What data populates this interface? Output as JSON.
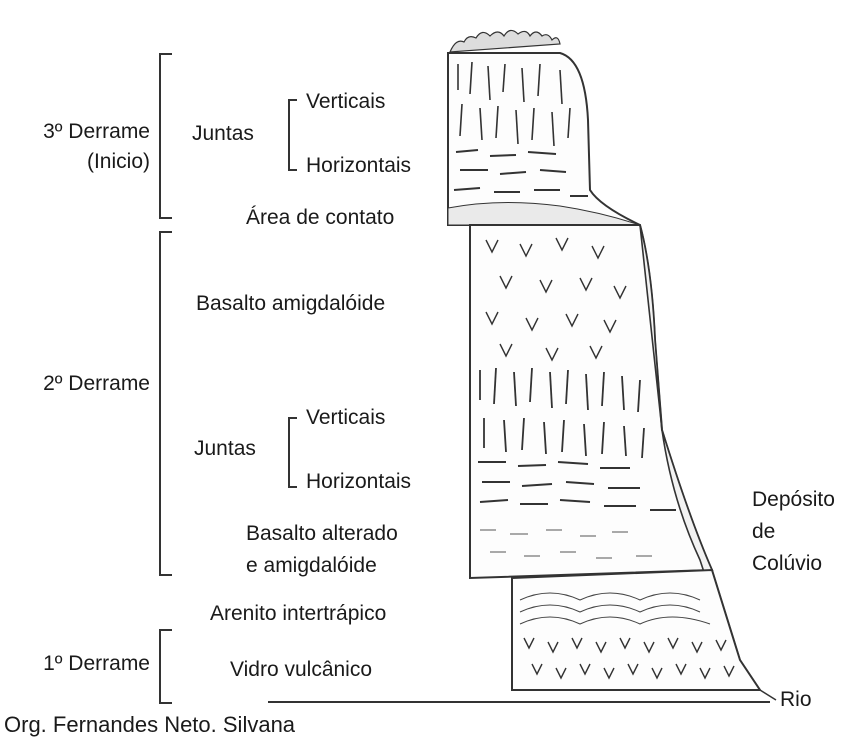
{
  "flows": {
    "third": {
      "name": "3º Derrame",
      "sub": "(Inicio)"
    },
    "second": {
      "name": "2º Derrame"
    },
    "first": {
      "name": "1º Derrame"
    }
  },
  "labels": {
    "juntas_top": "Juntas",
    "verticais_top": "Verticais",
    "horizontais_top": "Horizontais",
    "area_contato": "Área de contato",
    "basalto_amigdaloide": "Basalto amigdalóide",
    "juntas_mid": "Juntas",
    "verticais_mid": "Verticais",
    "horizontais_mid": "Horizontais",
    "basalto_alterado_1": "Basalto alterado",
    "basalto_alterado_2": "e amigdalóide",
    "arenito": "Arenito intertrápico",
    "vidro": "Vidro vulcânico",
    "deposito_1": "Depósito",
    "deposito_2": "de",
    "deposito_3": "Colúvio",
    "rio": "Rio"
  },
  "credit": "Org. Fernandes Neto. Silvana"
}
